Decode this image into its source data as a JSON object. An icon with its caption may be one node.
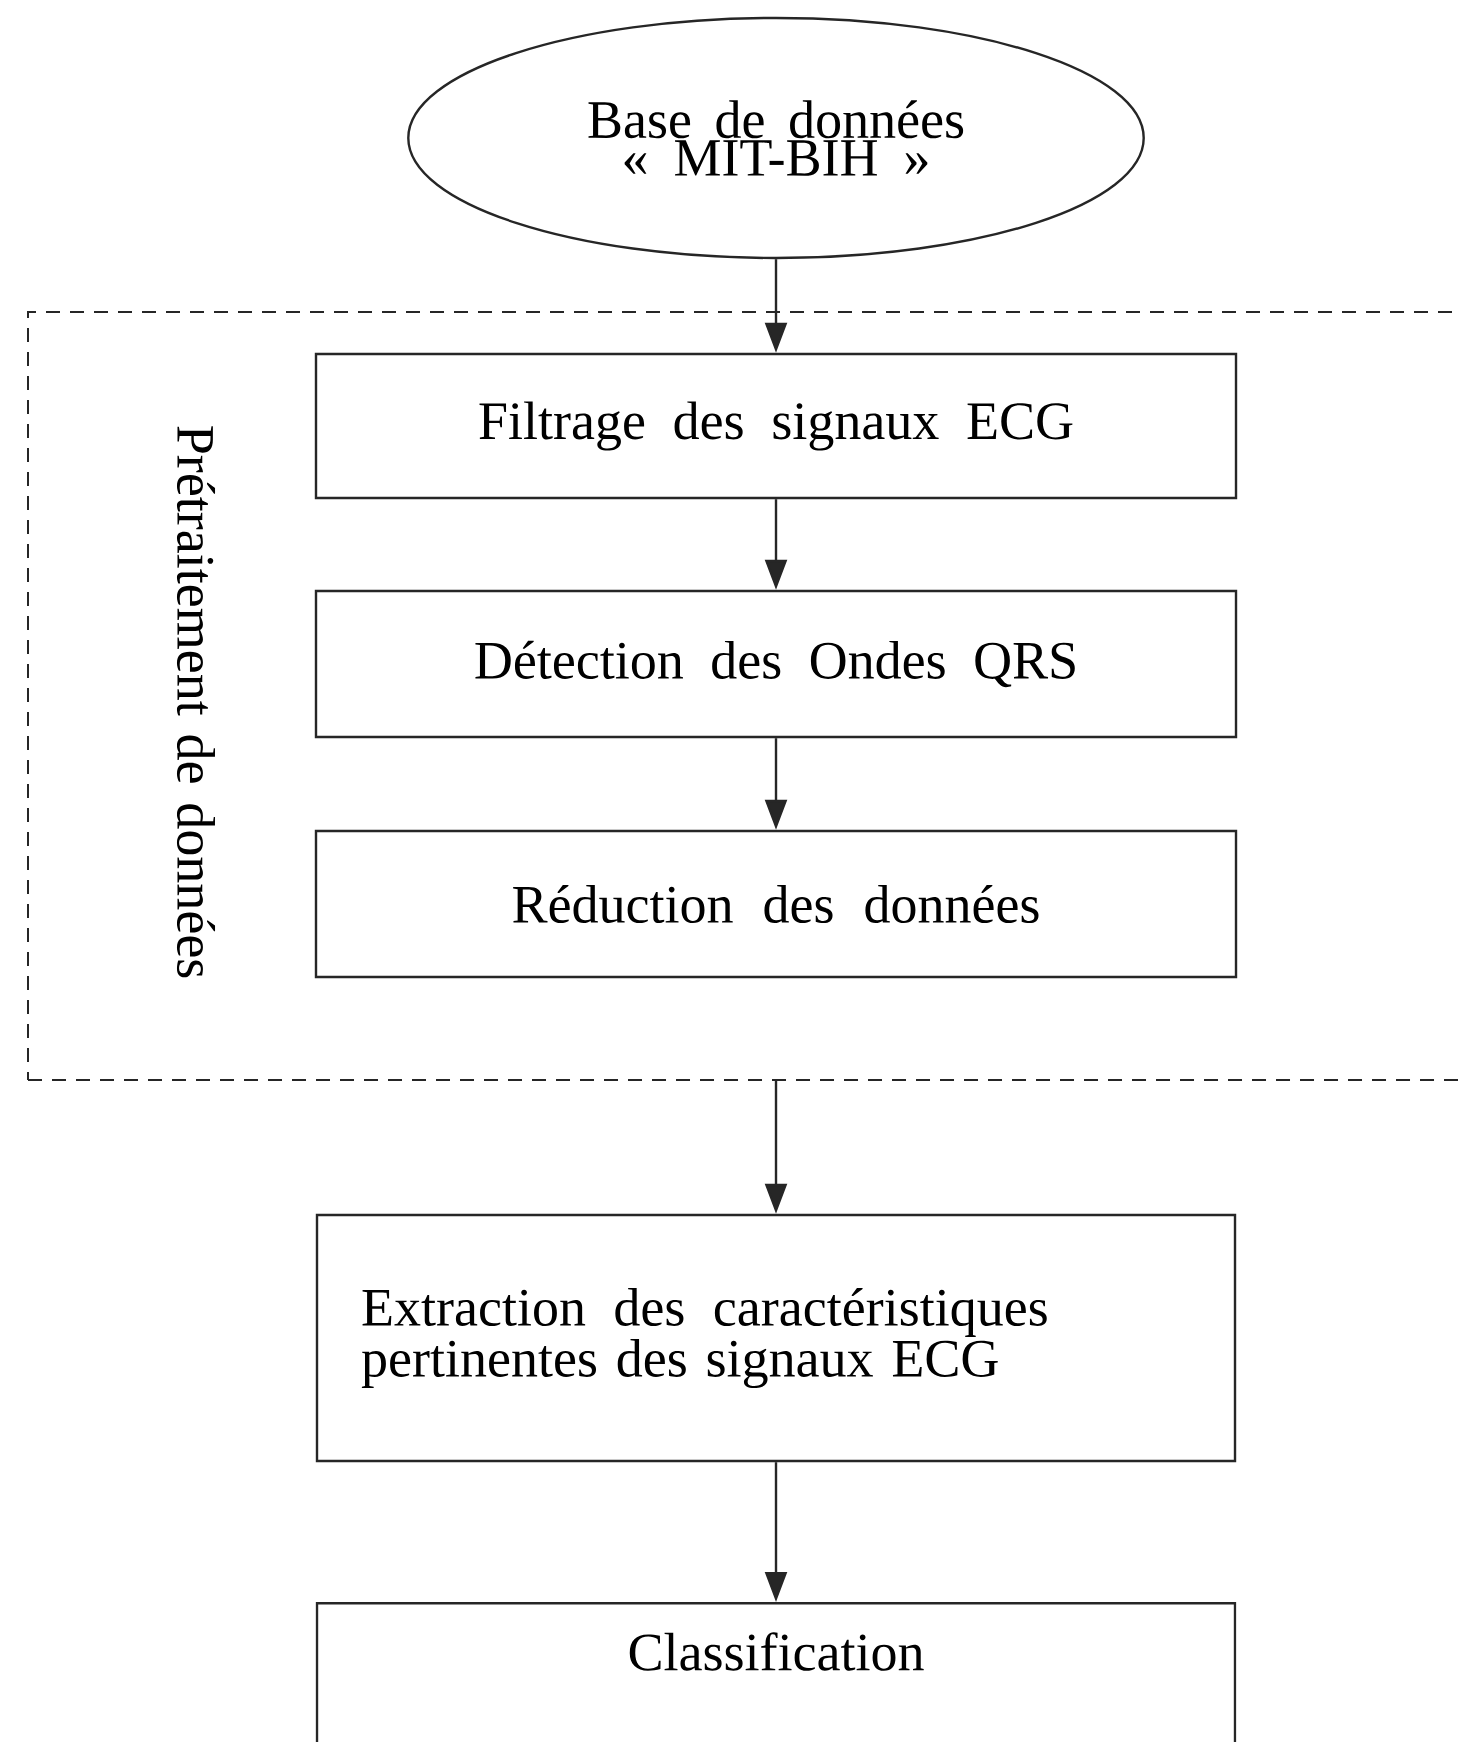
{
  "diagram": {
    "nodes": [
      {
        "text": [
          "Base de données « MIT-BIH »"
        ]
      },
      {
        "text": [
          "Prétraitement de données"
        ]
      },
      {
        "text": [
          "Filtrage des signaux ECG"
        ],
        "in": 1
      },
      {
        "text": [
          "Détection des Ondes QRS"
        ],
        "in": 1
      },
      {
        "text": [
          "Réduction des données"
        ],
        "in": 1
      },
      {
        "text": [
          "Extraction des caractéristiques pertinentes des signaux ECG"
        ]
      },
      {
        "text": [
          "Classification"
        ]
      }
    ],
    "edges": [
      {
        "from": 0,
        "to": 2,
        "arrow": "to"
      },
      {
        "from": 2,
        "to": 3,
        "arrow": "to"
      },
      {
        "from": 3,
        "to": 4,
        "arrow": "to"
      },
      {
        "from": 1,
        "to": 5,
        "arrow": "to"
      },
      {
        "from": 5,
        "to": 6,
        "arrow": "to"
      }
    ]
  }
}
